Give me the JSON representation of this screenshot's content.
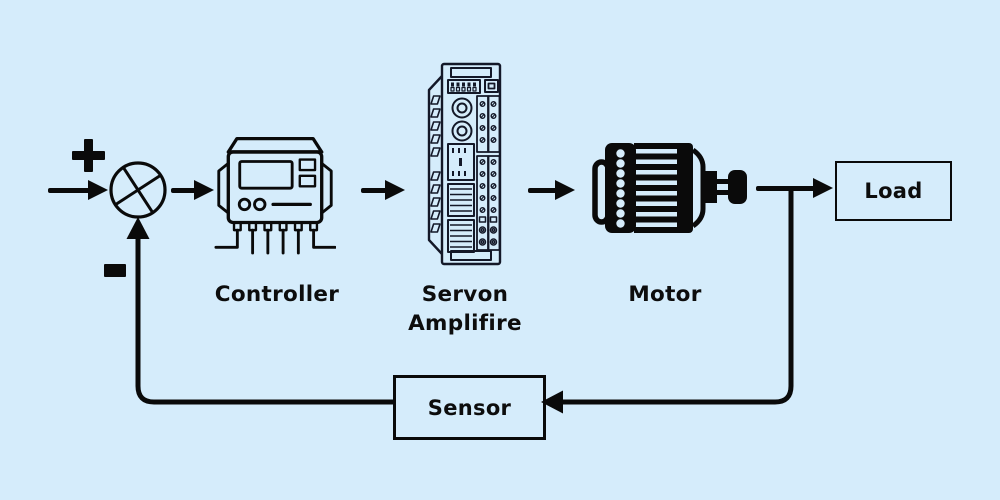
{
  "colors": {
    "background": "#d5ecfb",
    "ink": "#0a0a0a",
    "servo_icon_ink": "#141828"
  },
  "sum_junction": {
    "plus_sign": "+",
    "minus_sign": "−"
  },
  "labels": {
    "controller": "Controller",
    "servo_line1": "Servon",
    "servo_line2": "Amplifire",
    "motor": "Motor",
    "load": "Load",
    "sensor": "Sensor"
  },
  "icons": {
    "summing_junction": "circle-with-cross-icon",
    "controller": "controller-device-icon",
    "servo_amplifier": "servo-amplifier-module-icon",
    "motor": "electric-motor-icon"
  }
}
